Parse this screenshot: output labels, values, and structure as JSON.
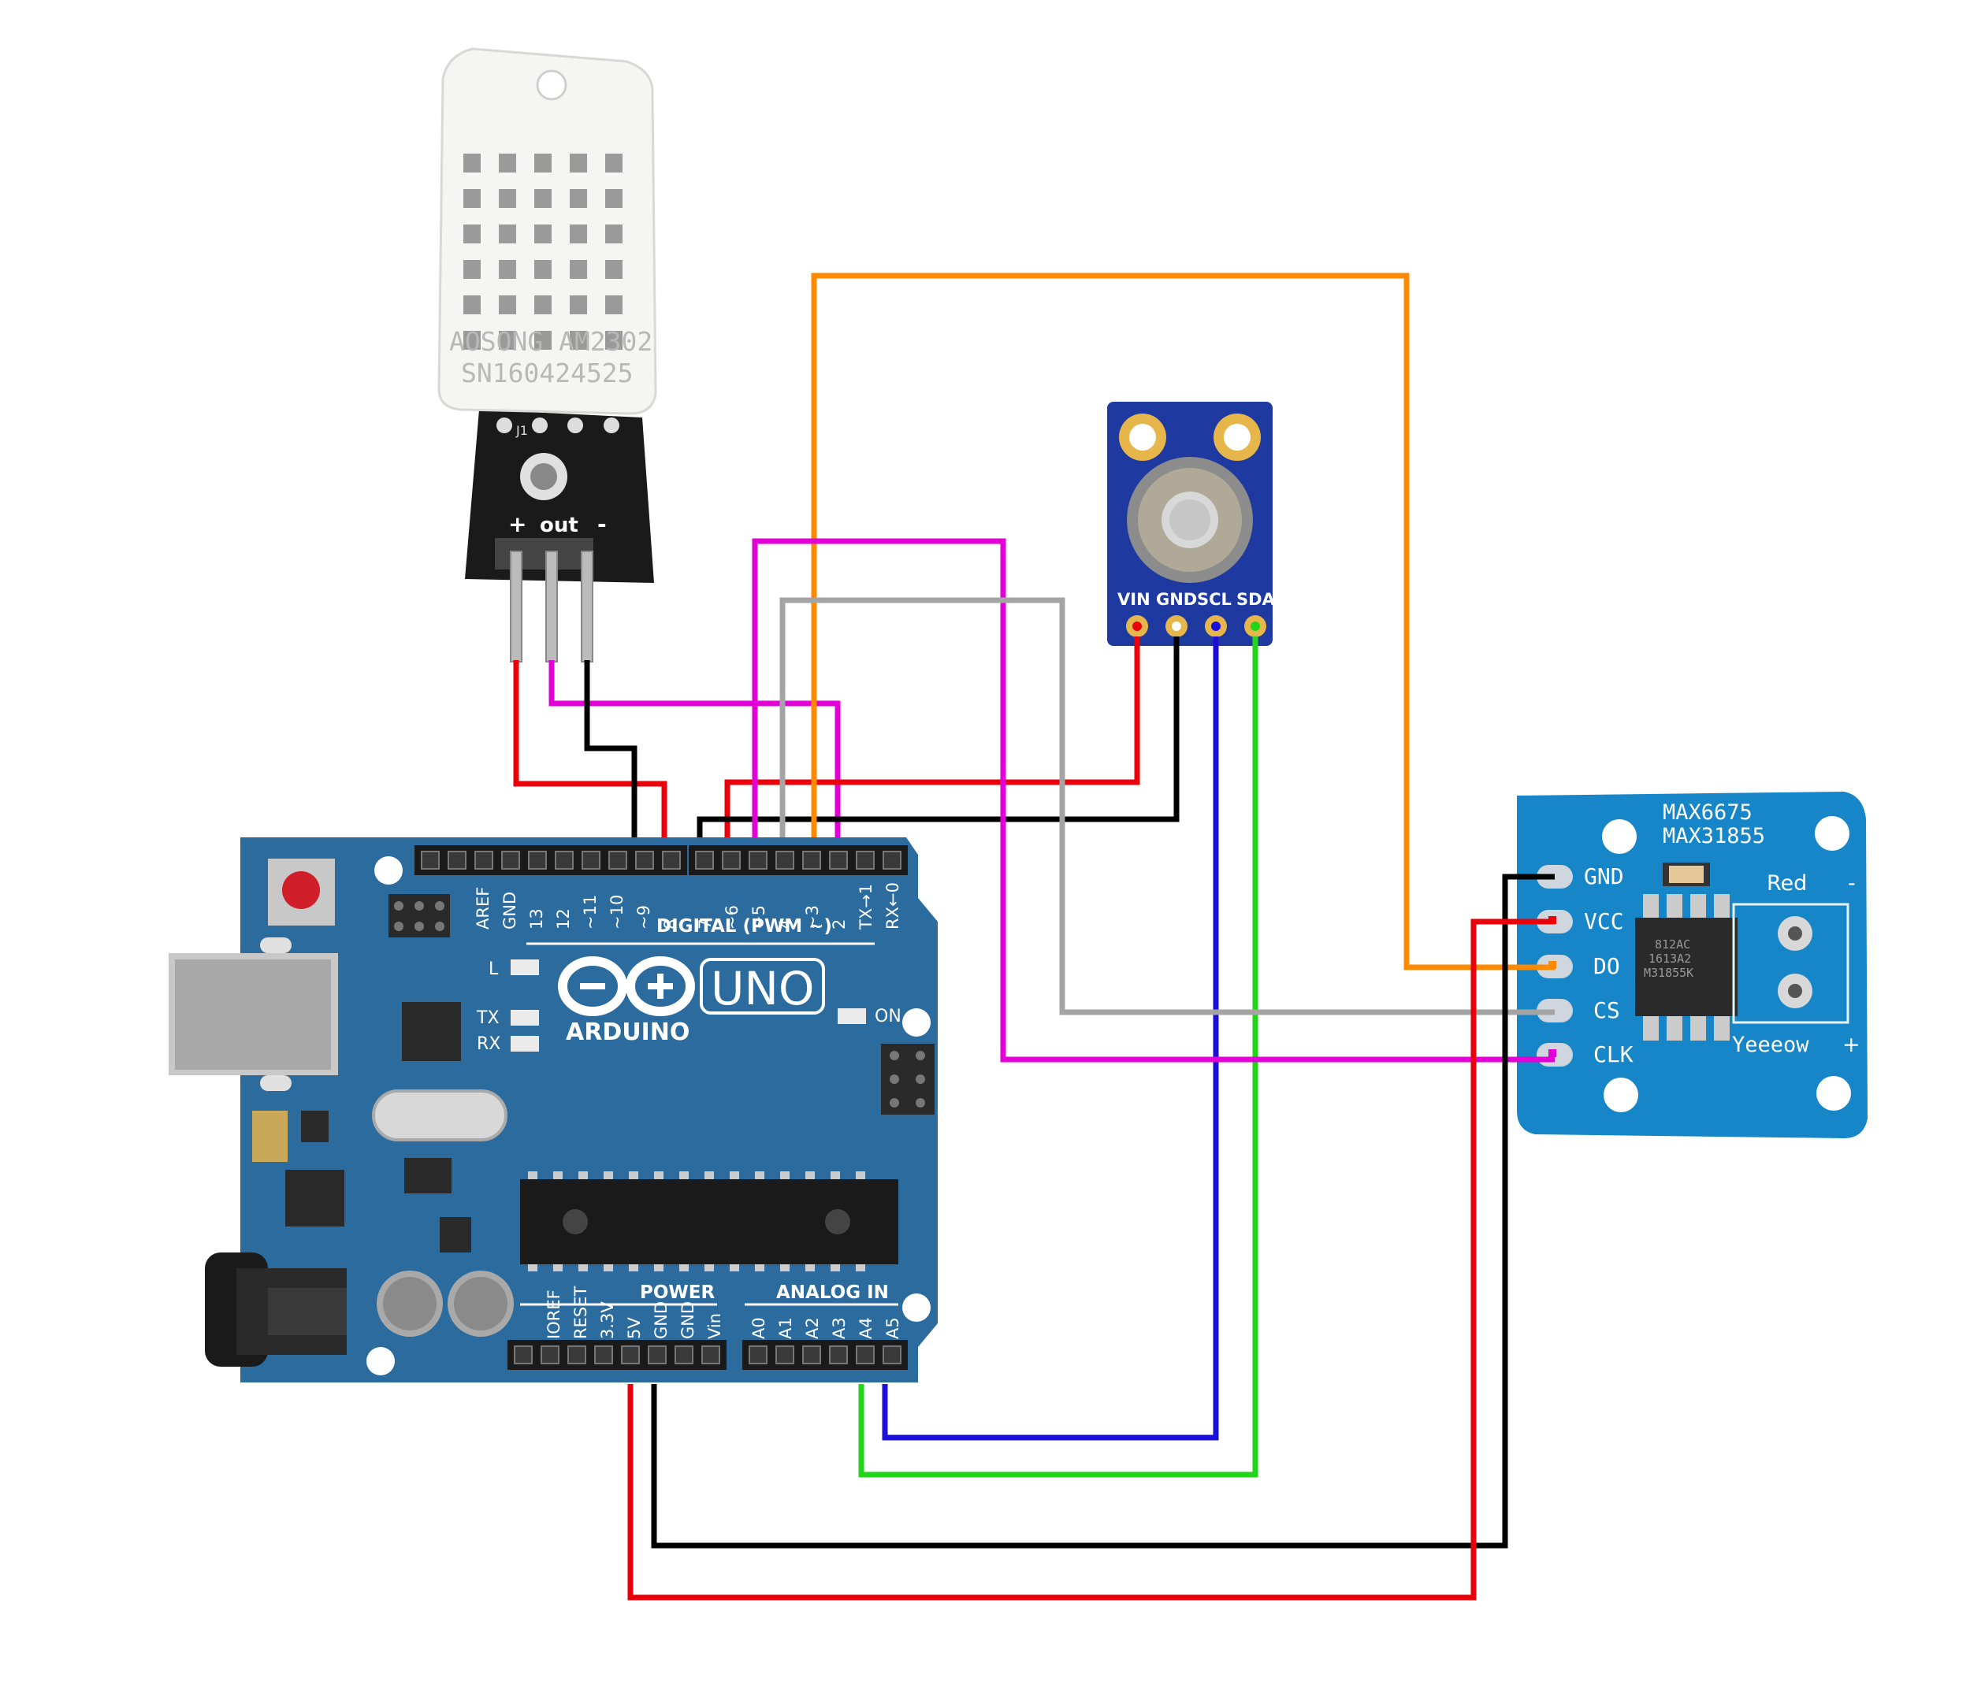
{
  "dht_sensor": {
    "brand_line": "AOSONG AM2302",
    "serial_line": "SN160424525",
    "board_label": "J1",
    "pin_plus": "+",
    "pin_out": "out",
    "pin_minus": "-"
  },
  "ir_sensor": {
    "pins": [
      "VIN",
      "GND",
      "SCL",
      "SDA"
    ]
  },
  "thermocouple_module": {
    "title_1": "MAX6675",
    "title_2": "MAX31855",
    "pins": [
      "GND",
      "VCC",
      "DO",
      "CS",
      "CLK"
    ],
    "terminal_red": "Red",
    "terminal_yellow": "Yeeeow",
    "terminal_plus": "+",
    "terminal_minus": "-",
    "chip_lines": [
      "M31855K",
      "1613A2",
      "812AC"
    ]
  },
  "arduino": {
    "brand": "ARDUINO",
    "model": "UNO",
    "digital_header": "DIGITAL (PWM ~)",
    "digital_pins_left": [
      "AREF",
      "GND",
      "13",
      "12",
      "~11",
      "~10",
      "~9",
      "8"
    ],
    "digital_pins_right": [
      "7",
      "~6",
      "~5",
      "4",
      "~3",
      "2",
      "TX→1",
      "RX←0"
    ],
    "led_l": "L",
    "led_tx": "TX",
    "led_rx": "RX",
    "led_on": "ON",
    "power_header": "POWER",
    "analog_header": "ANALOG IN",
    "power_pins": [
      "IOREF",
      "RESET",
      "3.3V",
      "5V",
      "GND",
      "GND",
      "Vin"
    ],
    "analog_pins": [
      "A0",
      "A1",
      "A2",
      "A3",
      "A4",
      "A5"
    ]
  },
  "wire_colors": {
    "red": "#e8000a",
    "black": "#000000",
    "magenta": "#e100d6",
    "gray": "#a4a4a4",
    "orange": "#ff8a00",
    "blue": "#1a0ed8",
    "green": "#22d41a",
    "board_blue": "#2c6b9d",
    "module_blue": "#1686c8",
    "ir_blue": "#1e3aa0"
  }
}
